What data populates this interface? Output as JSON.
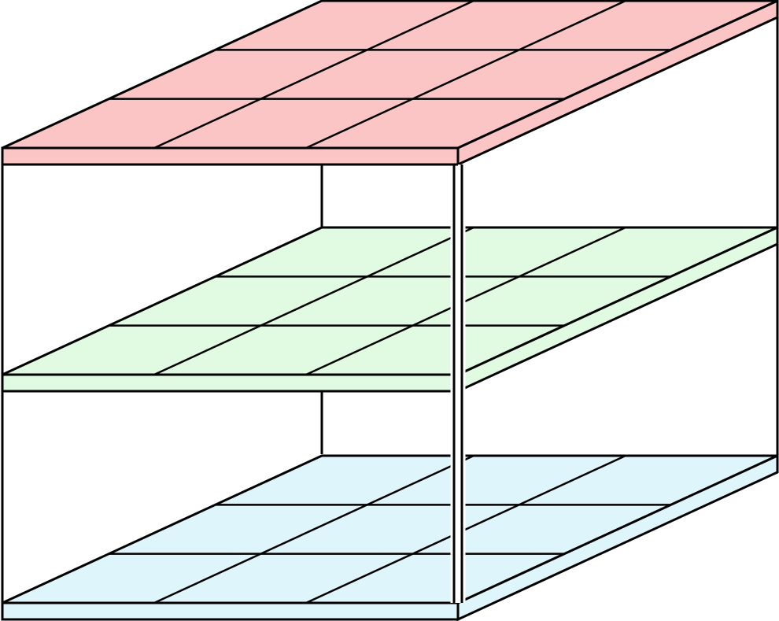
{
  "diagram": {
    "type": "stacked-layer-box",
    "layers": [
      {
        "name": "top",
        "color": "#fbc5c6",
        "grid_rows": 3,
        "grid_cols": 3
      },
      {
        "name": "middle",
        "color": "#e1fbe3",
        "grid_rows": 3,
        "grid_cols": 3
      },
      {
        "name": "bottom",
        "color": "#dff5fc",
        "grid_rows": 3,
        "grid_cols": 3
      }
    ],
    "line_color": "#000000",
    "background": "#ffffff"
  }
}
